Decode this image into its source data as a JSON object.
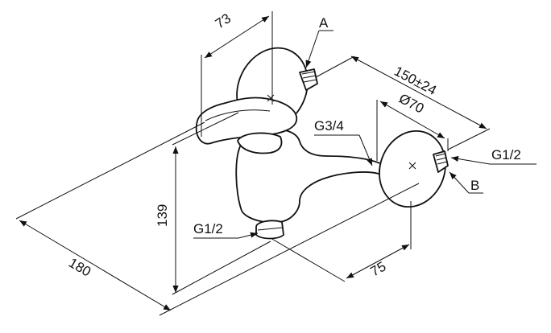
{
  "dimensions": {
    "top_width": "73",
    "wall_spacing": "150±24",
    "escutcheon_diameter": "Ø70",
    "height": "139",
    "length": "180",
    "outlet_offset": "75"
  },
  "callouts": {
    "a": "A",
    "b": "B",
    "g34": "G3/4",
    "g12_right": "G1/2",
    "g12_bottom": "G1/2"
  }
}
